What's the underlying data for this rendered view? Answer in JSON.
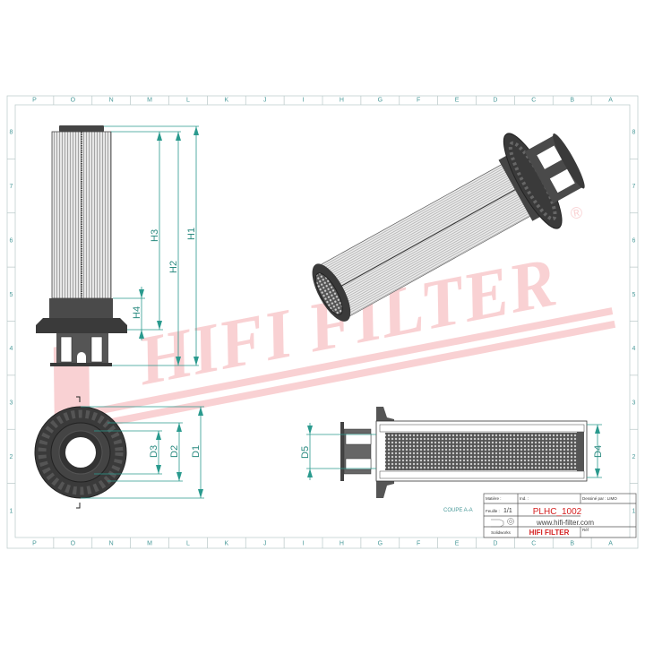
{
  "sheet": {
    "columns": [
      "P",
      "O",
      "N",
      "M",
      "L",
      "K",
      "J",
      "I",
      "H",
      "G",
      "F",
      "E",
      "D",
      "C",
      "B",
      "A"
    ],
    "rows": [
      "8",
      "7",
      "6",
      "5",
      "4",
      "3",
      "2",
      "1"
    ]
  },
  "dimensions": {
    "h1": "H1",
    "h2": "H2",
    "h3": "H3",
    "h4": "H4",
    "d1": "D1",
    "d2": "D2",
    "d3": "D3",
    "d4": "D4",
    "d5": "D5"
  },
  "section_label": "COUPE A-A",
  "watermark": {
    "text": "HIFI FILTER",
    "mark": "®",
    "color": "#e8343a"
  },
  "title_block": {
    "material_label": "Matière :",
    "index_label": "Ind. : ",
    "drawn_by": "Dessiné par : LIMO",
    "sheet_label": "Feuille :",
    "sheet_value": "1/1",
    "part_number": "PLHC_1002",
    "website": "www.hifi-filter.com",
    "software": "Solidworks",
    "brand": "HIFI FILTER",
    "ref_label": "Réf"
  },
  "colors": {
    "dimension": "#2a9a8e",
    "part": "#3a3a3a",
    "brand_red": "#d42020"
  }
}
